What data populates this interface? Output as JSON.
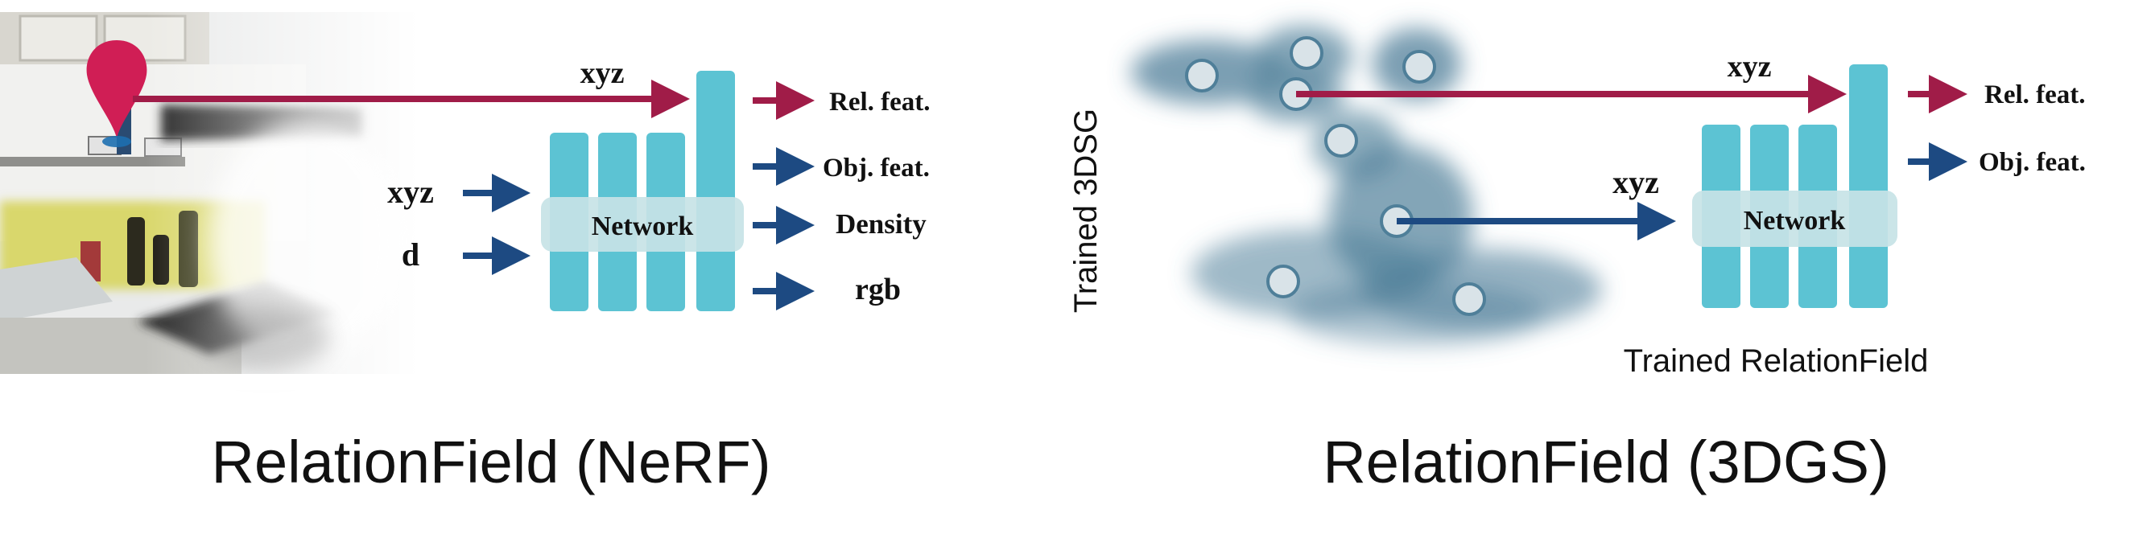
{
  "nerf": {
    "input_xyz_top": "xyz",
    "input_xyz": "xyz",
    "input_d": "d",
    "network": "Network",
    "outputs": [
      "Rel. feat.",
      "Obj. feat.",
      "Density",
      "rgb"
    ],
    "caption": "RelationField (NeRF)"
  },
  "gs": {
    "vertical_label": "Trained 3DSG",
    "input_xyz_top": "xyz",
    "input_xyz": "xyz",
    "network": "Network",
    "outputs": [
      "Rel. feat.",
      "Obj. feat."
    ],
    "trained_label": "Trained RelationField",
    "caption": "RelationField (3DGS)"
  },
  "colors": {
    "relation_arrow": "#a01c48",
    "feature_arrow": "#1d4a82",
    "network_bar": "#5cc3d3",
    "network_label_box": "#c7e3e6",
    "pin": "#d01e55",
    "gaussian": "#4f7f99"
  }
}
